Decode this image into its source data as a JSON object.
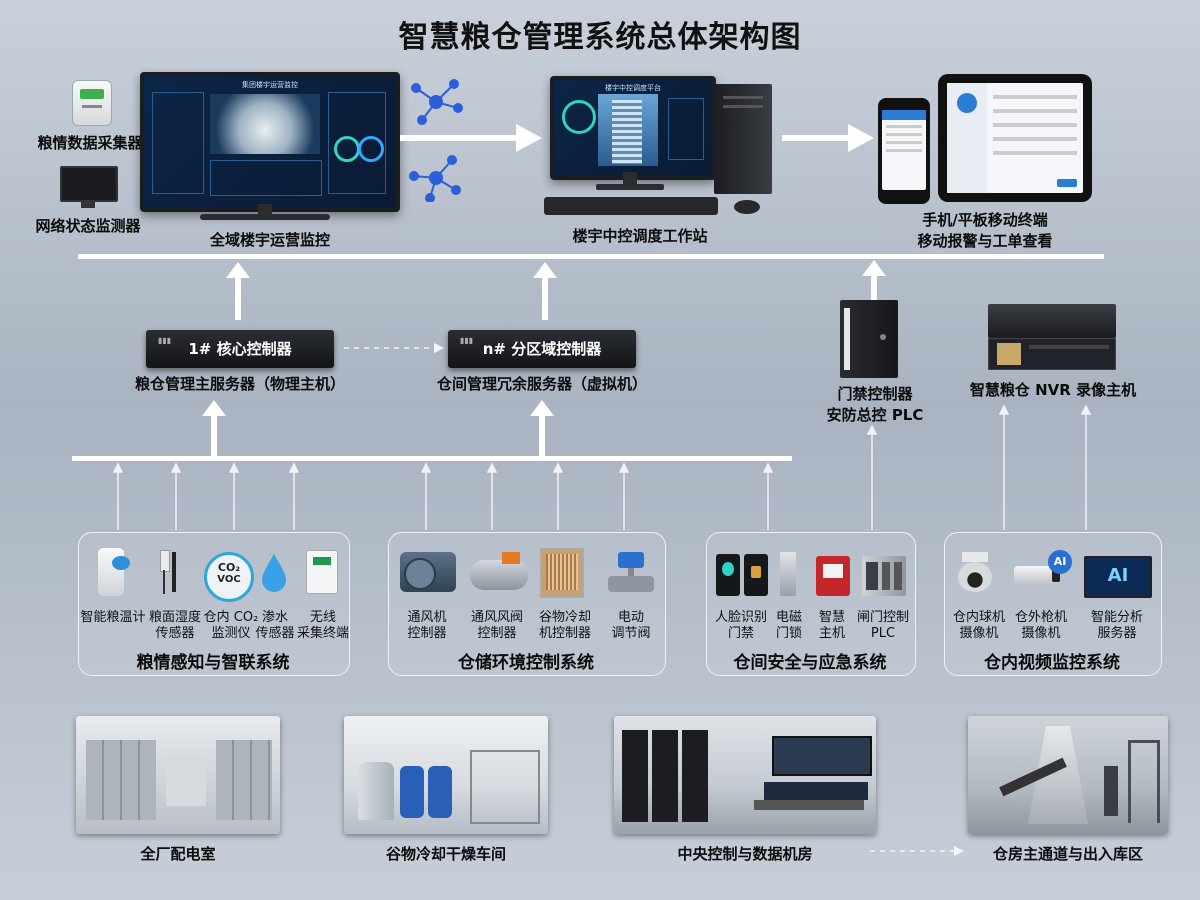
{
  "title": "智慧粮仓管理系统总体架构图",
  "top": {
    "collector_label": "粮情数据采集器",
    "network_monitor_label": "网络状态监测器",
    "ops_monitor_label": "全域楼宇运营监控",
    "ops_screen_title": "集团楼宇运营监控",
    "workstation_label": "楼宇中控调度工作站",
    "workstation_screen_title": "楼宇中控调度平台",
    "mobile_label_1": "手机/平板移动终端",
    "mobile_label_2": "移动报警与工单查看"
  },
  "middle": {
    "core_controller": "1# 核心控制器",
    "core_server": "粮仓管理主服务器（物理主机）",
    "zone_controller": "n# 分区域控制器",
    "zone_server": "仓间管理冗余服务器（虚拟机）",
    "access_plc_1": "门禁控制器",
    "access_plc_2": "安防总控 PLC",
    "nvr_label": "智慧粮仓 NVR 录像主机"
  },
  "groups": [
    {
      "title": "粮情感知与智联系统",
      "devices": [
        {
          "line1": "智能粮温计",
          "line2": ""
        },
        {
          "line1": "粮面湿度",
          "line2": "传感器"
        },
        {
          "line1": "仓内 CO₂",
          "line2": "监测仪"
        },
        {
          "line1": "渗水",
          "line2": "传感器"
        },
        {
          "line1": "无线",
          "line2": "采集终端"
        }
      ]
    },
    {
      "title": "仓储环境控制系统",
      "devices": [
        {
          "line1": "通风机",
          "line2": "控制器"
        },
        {
          "line1": "通风风阀",
          "line2": "控制器"
        },
        {
          "line1": "谷物冷却",
          "line2": "机控制器"
        },
        {
          "line1": "电动",
          "line2": "调节阀"
        }
      ]
    },
    {
      "title": "仓间安全与应急系统",
      "devices": [
        {
          "line1": "人脸识别",
          "line2": "门禁"
        },
        {
          "line1": "电磁",
          "line2": "门锁"
        },
        {
          "line1": "智慧",
          "line2": "主机"
        },
        {
          "line1": "闸门控制",
          "line2": "PLC"
        }
      ]
    },
    {
      "title": "仓内视频监控系统",
      "devices": [
        {
          "line1": "仓内球机",
          "line2": "摄像机"
        },
        {
          "line1": "仓外枪机",
          "line2": "摄像机"
        },
        {
          "line1": "智能分析",
          "line2": "服务器"
        }
      ]
    }
  ],
  "badges": {
    "ai": "AI",
    "co2_top": "CO₂",
    "co2_bottom": "VOC"
  },
  "bottom": [
    {
      "label": "全厂配电室"
    },
    {
      "label": "谷物冷却干燥车间"
    },
    {
      "label": "中央控制与数据机房"
    },
    {
      "label": "仓房主通道与出入库区"
    }
  ]
}
